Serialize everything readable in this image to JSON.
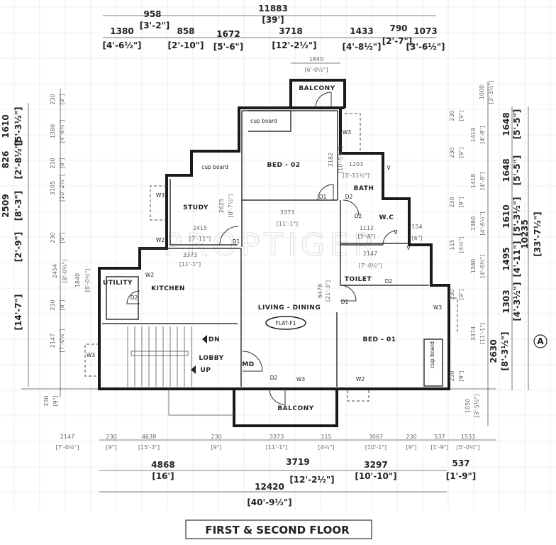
{
  "watermark": "PROPTIGER",
  "title": "FIRST & SECOND FLOOR",
  "flat_label": "FLAT-F1",
  "grid_marker": "A",
  "rooms": [
    "BALCONY",
    "cup board",
    "BED - 02",
    "cup board",
    "STUDY",
    "BATH",
    "W.C",
    "TOILET",
    "UTILITY",
    "KITCHEN",
    "LIVING - DINING",
    "BED - 01",
    "cup board",
    "LOBBY",
    "DN",
    "UP",
    "MD",
    "BALCONY"
  ],
  "openings": [
    "D1",
    "D2",
    "D2",
    "D1",
    "W3",
    "W3",
    "W2",
    "W2",
    "D2",
    "V",
    "V",
    "D2",
    "D1",
    "W3",
    "W3",
    "D2",
    "W3",
    "W2",
    "V"
  ],
  "top_dims": [
    "11883",
    "[39']",
    "958",
    "[3'-2\"]",
    "1380",
    "[4'-6½\"]",
    "858",
    "[2'-10\"]",
    "1672",
    "[5'-6\"]",
    "3718",
    "[12'-2½\"]",
    "1433",
    "[4'-8½\"]",
    "790",
    "[2'-7\"]",
    "1073",
    "[3'-6½\"]",
    "1840",
    "[6'-0½\"]"
  ],
  "right_dims_major": [
    "1648",
    "[5'-5\"]",
    "1648",
    "[5'-5\"]",
    "1610",
    "[5'-3½\"]",
    "1495",
    "[4'-11\"]",
    "1303",
    "[4'-3½\"]",
    "2630",
    "[8'-3½\"]",
    "10235",
    "[33'-7½\"]"
  ],
  "right_dims_minor": [
    "1000",
    "[3'-3½\"]",
    "230",
    "[9\"]",
    "1419",
    "[4'-8\"]",
    "230",
    "[9\"]",
    "1418",
    "[4'-8\"]",
    "230",
    "[9\"]",
    "1380",
    "[4'-6½\"]",
    "115",
    "[4½\"]",
    "1380",
    "[4'-6½\"]",
    "230",
    "[9\"]",
    "3374",
    "[11'-1\"]",
    "230",
    "[9\"]",
    "1050",
    "[3'-5½\"]"
  ],
  "left_dims_major": [
    "1610",
    "[5'-3½\"]",
    "826",
    "[2'-8½\"]",
    "2509",
    "[8'-3\"]",
    "[2'-9\"]",
    "[14'-7\"]"
  ],
  "left_dims_minor": [
    "230",
    "[9\"]",
    "1380",
    "[4'-6½\"]",
    "230",
    "[9\"]",
    "3105",
    "[10'-2½\"]",
    "230",
    "[9\"]",
    "2454",
    "[8'-0½\"]",
    "230",
    "[9\"]",
    "1840",
    "[6'-0½\"]",
    "2147",
    "[7'-0½\"]",
    "230",
    "[9\"]"
  ],
  "bottom_dims_minor": [
    "2147",
    "[7'-0½\"]",
    "230",
    "[9\"]",
    "4638",
    "[15'-3\"]",
    "230",
    "[9\"]",
    "3373",
    "[11'-1\"]",
    "115",
    "[4½\"]",
    "3067",
    "[10'-1\"]",
    "230",
    "[9\"]",
    "537",
    "[1'-9\"]",
    "1533",
    "[5'-0½\"]"
  ],
  "bottom_dims_major": [
    "4868",
    "[16']",
    "3719",
    "[12'-2½\"]",
    "3297",
    "[10'-10\"]",
    "537",
    "[1'-9\"]",
    "12420",
    "[40'-9½\"]"
  ],
  "interior_dims": [
    "3182",
    "[10'-5½\"]",
    "1203",
    "[3'-11½\"]",
    "2625",
    "[8'-7½\"]",
    "2415",
    "[7'-11\"]",
    "3373",
    "[11'-1\"]",
    "1112",
    "[3'-8\"]",
    "154",
    "[6\"]",
    "2147",
    "[7'-0½\"]",
    "3373",
    "[11'-1\"]",
    "6478",
    "[21'-3\"]"
  ]
}
